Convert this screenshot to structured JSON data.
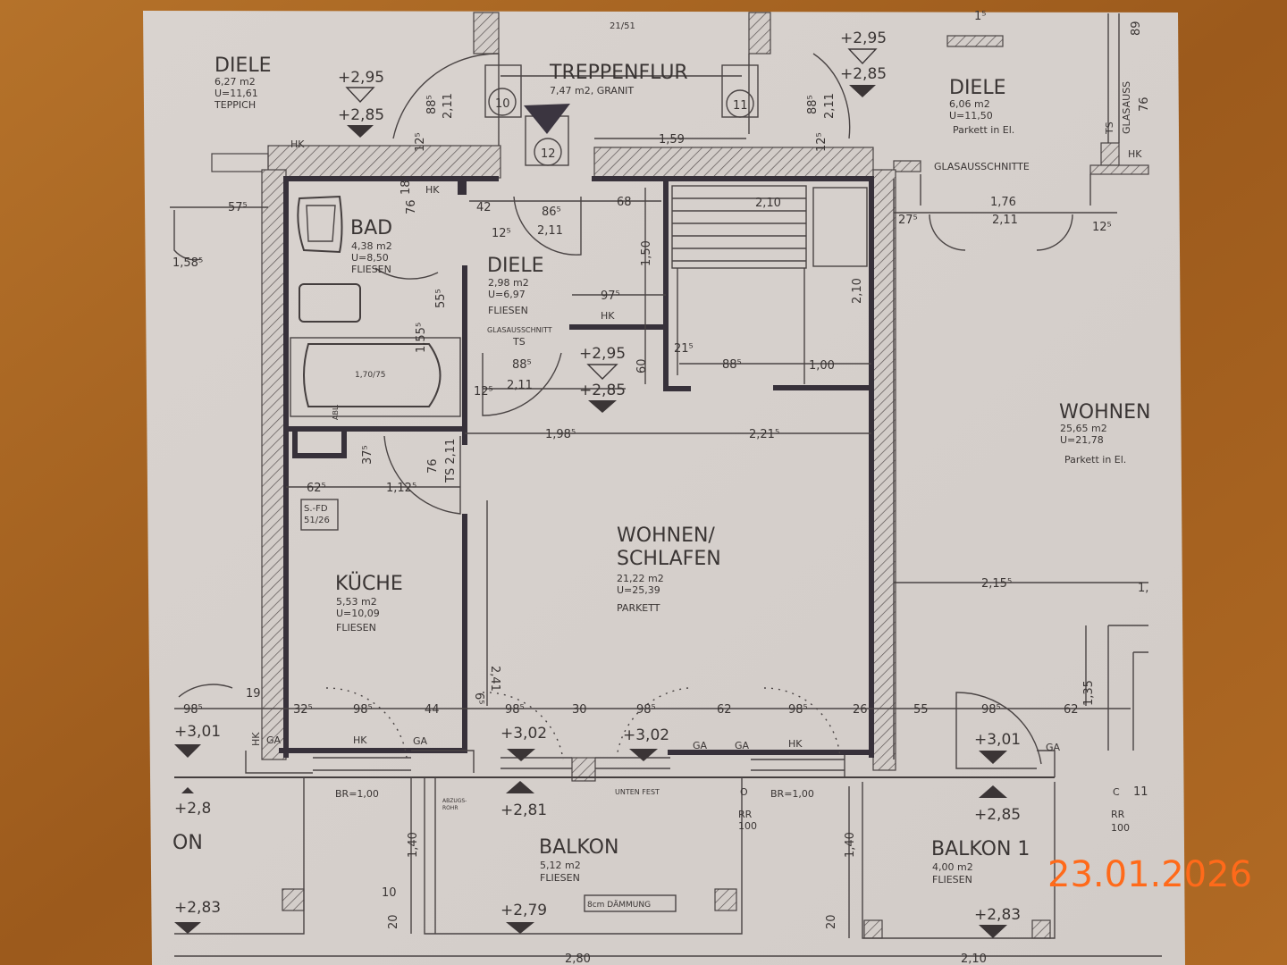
{
  "colors": {
    "paper": "#d7d2ce",
    "ink": "#3a3534",
    "wall": "#37313a",
    "background_wood": "#a8651f",
    "date_stamp": "#ff6a1a"
  },
  "rooms": [
    {
      "name": "DIELE",
      "area": "6,27 m2",
      "perimeter": "U=11,61",
      "floor": "TEPPICH"
    },
    {
      "name": "TREPPENFLUR",
      "area": "7,47 m2, GRANIT"
    },
    {
      "name": "DIELE",
      "area": "6,06 m2",
      "perimeter": "U=11,50",
      "floor": "Parkett in El."
    },
    {
      "name": "BAD",
      "area": "4,38 m2",
      "perimeter": "U=8,50",
      "floor": "FLIESEN"
    },
    {
      "name": "DIELE",
      "area": "2,98 m2",
      "perimeter": "U=6,97",
      "floor": "FLIESEN"
    },
    {
      "name": "WOHNEN",
      "area": "25,65 m2",
      "perimeter": "U=21,78",
      "floor": "Parkett in El."
    },
    {
      "name": "WOHNEN/",
      "name2": "SCHLAFEN",
      "area": "21,22 m2",
      "perimeter": "U=25,39",
      "floor": "PARKETT"
    },
    {
      "name": "KÜCHE",
      "area": "5,53 m2",
      "perimeter": "U=10,09",
      "floor": "FLIESEN"
    },
    {
      "name": "BALKON",
      "area": "5,12 m2",
      "floor": "FLIESEN"
    },
    {
      "name": "BALKON 1",
      "area": "4,00 m2",
      "floor": "FLIESEN"
    },
    {
      "name": "ON"
    }
  ],
  "levels": {
    "l295": "+2,95",
    "l285": "+2,85",
    "l301": "+3,01",
    "l302": "+3,02",
    "l281": "+2,81",
    "l283": "+2,83",
    "l279": "+2,79",
    "l285b": "+2,8"
  },
  "stairs": [
    "10",
    "11",
    "12"
  ],
  "labels": {
    "hk": "HK",
    "ga": "GA",
    "ts": "TS",
    "br": "BR=1,00",
    "rr": "RR",
    "rr100": "100",
    "unten_fest": "UNTEN FEST",
    "daemmung": "8cm DÄMMUNG",
    "sfd1": "S.-FD",
    "sfd2": "51/26",
    "tub": "1,70/75",
    "glas1": "GLASAUSSCHNITTE",
    "glas2": "GLASAUSSCHNITT",
    "glas3": "GLASAUSS",
    "ref": "21/51",
    "abl": "ABL.",
    "o": "O",
    "c": "C",
    "abzug1": "ABZUGS-",
    "abzug2": "ROHR"
  },
  "dims": [
    "1,59",
    "2,11",
    "88⁵",
    "12⁵",
    "57⁵",
    "1,58⁵",
    "42",
    "86⁵",
    "68",
    "2,10",
    "1,76",
    "27⁵",
    "1,50",
    "97⁵",
    "55⁵",
    "1,55⁵",
    "76",
    "18⁵",
    "2,21⁵",
    "60",
    "21⁵",
    "1,00",
    "1,98⁵",
    "37⁵",
    "62⁵",
    "1,12⁵",
    "2,41",
    "2,15⁵",
    "1,35",
    "98⁵",
    "32⁵",
    "44",
    "30",
    "62",
    "26",
    "55",
    "19",
    "1,40",
    "20",
    "2,80",
    "2,10",
    "10",
    "11",
    "89",
    "1,",
    "6⁵",
    "1⁵",
    "76",
    "TS 2,11"
  ],
  "date_stamp": "23.01.2026"
}
